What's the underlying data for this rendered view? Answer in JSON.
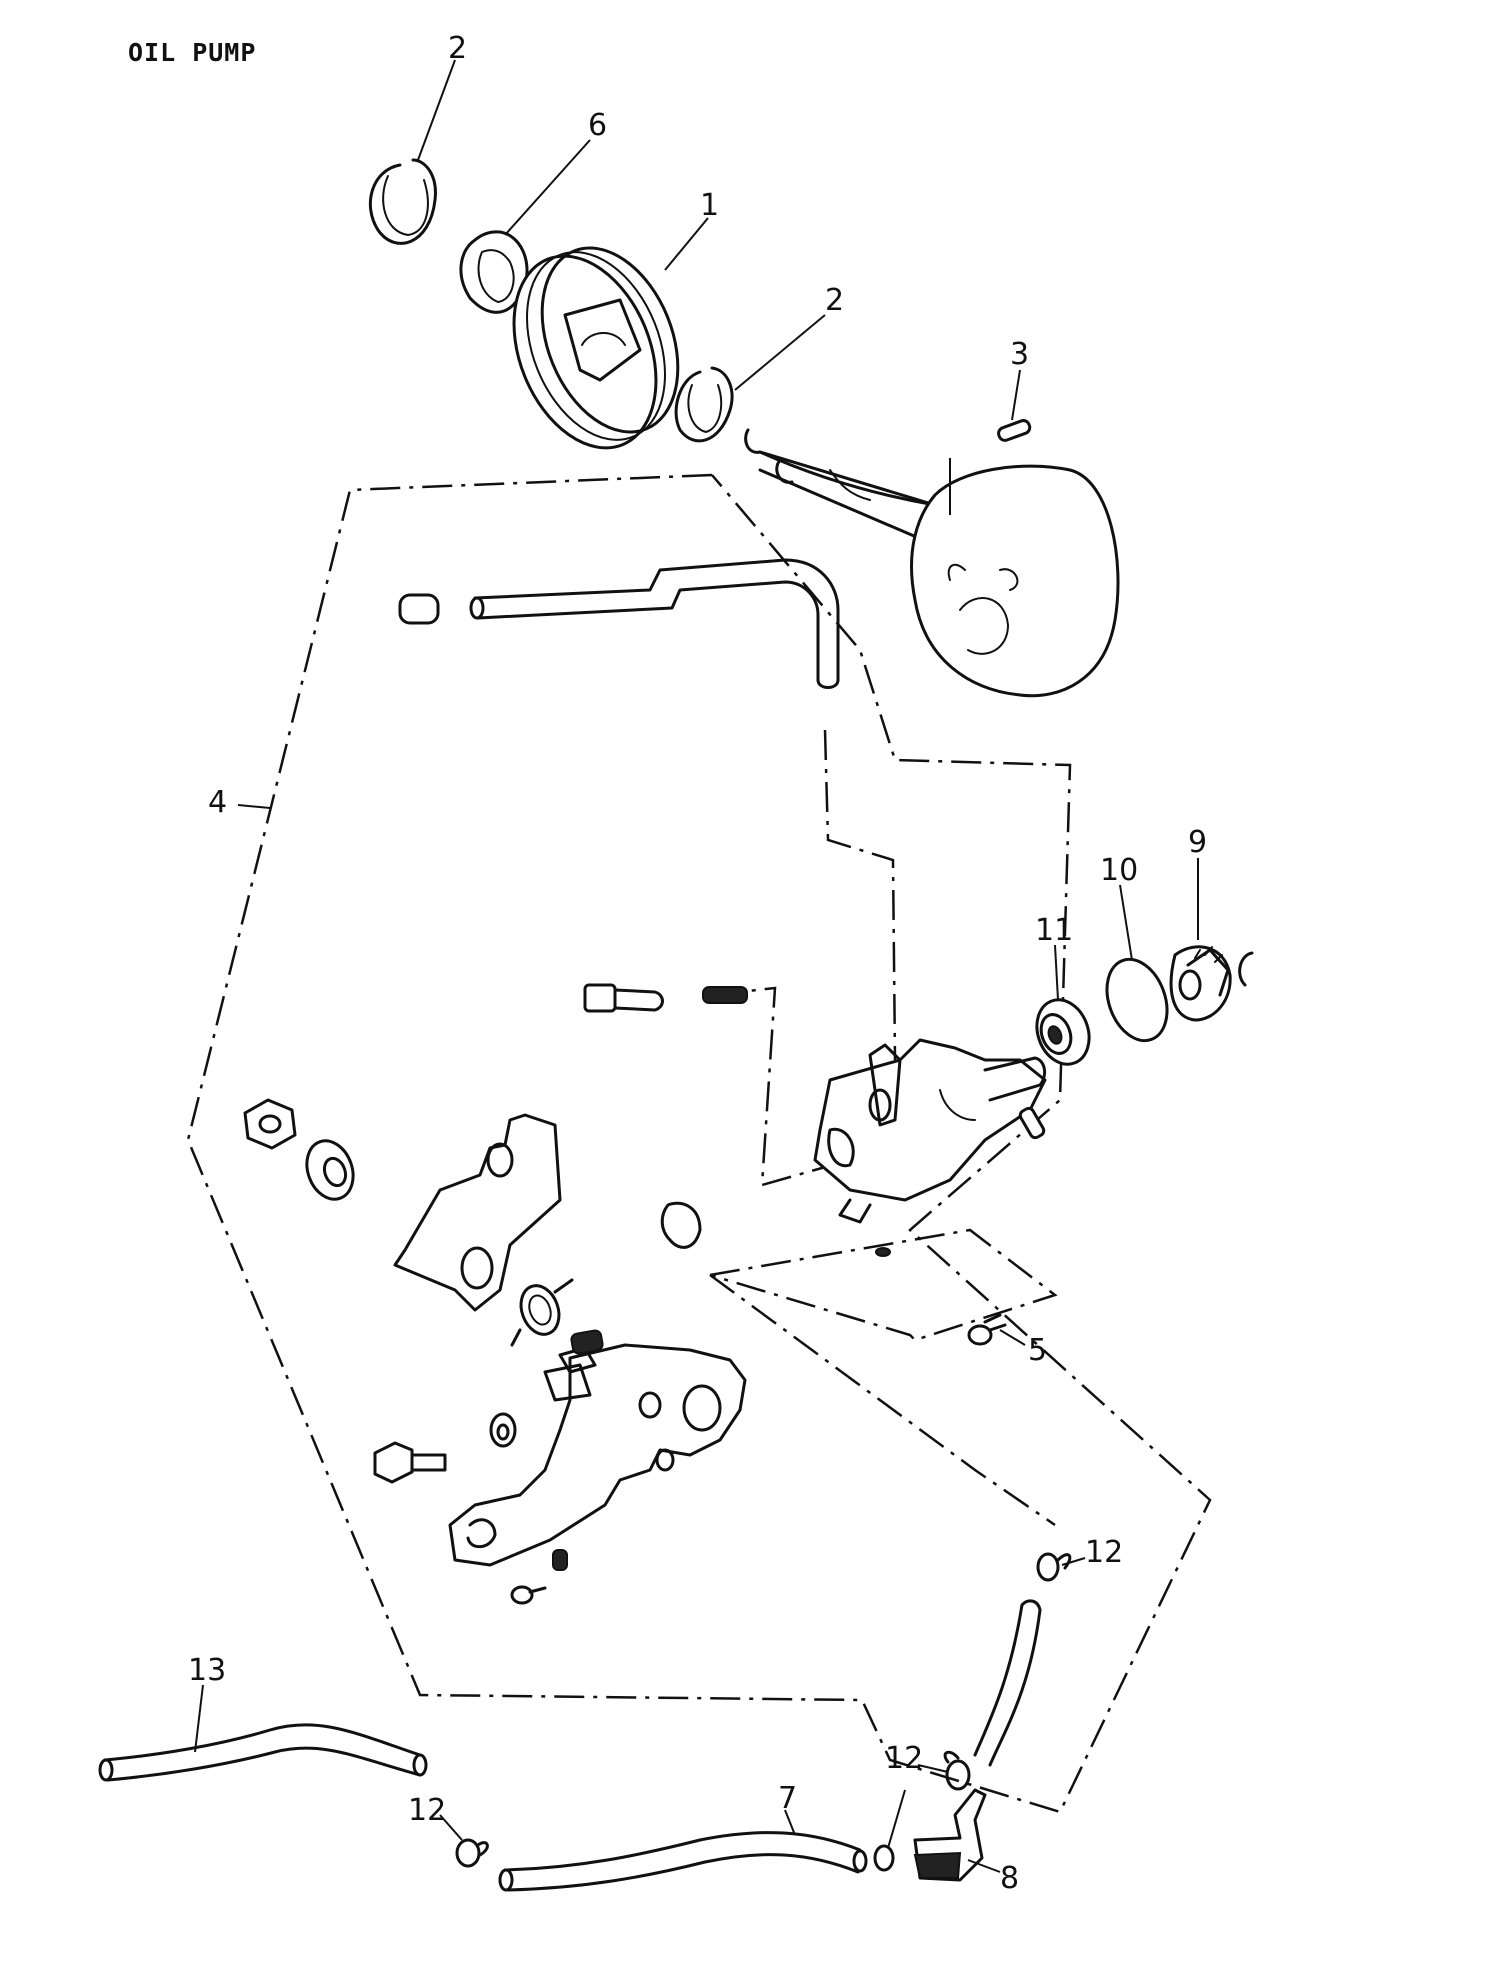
{
  "title": "OIL PUMP",
  "callouts": [
    "1",
    "2",
    "3",
    "4",
    "5",
    "6",
    "7",
    "8",
    "9",
    "10",
    "11",
    "12",
    "13"
  ]
}
